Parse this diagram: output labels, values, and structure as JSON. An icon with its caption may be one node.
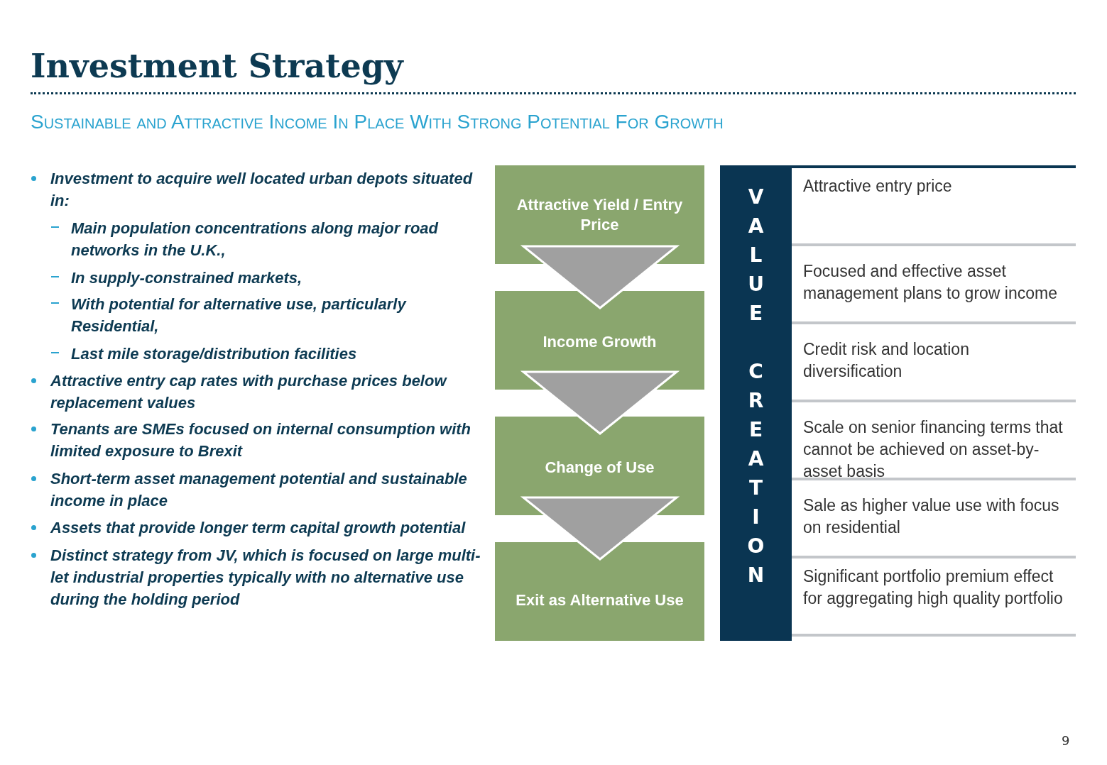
{
  "diagram": {
    "title": "Investment Strategy",
    "caption": "Sustainable and Attractive Income In Place With Strong Potential For Growth",
    "nodes": [
      {
        "text": [
          "Attractive Yield / Entry Price"
        ]
      },
      {
        "text": [
          "Income Growth"
        ]
      },
      {
        "text": [
          "Change of Use"
        ]
      },
      {
        "text": [
          "Exit as Alternative Use"
        ]
      },
      {
        "text": [
          "VALUE CREATION"
        ]
      }
    ],
    "edges": [
      {
        "from": 0,
        "to": 1,
        "arrow": "to"
      },
      {
        "from": 1,
        "to": 2,
        "arrow": "to"
      },
      {
        "from": 2,
        "to": 3,
        "arrow": "to"
      }
    ],
    "labels": [
      "Investment to acquire well located urban depots situated in:",
      "Main population concentrations along major road networks in the U.K.,",
      "In supply-constrained markets,",
      "With potential for alternative use, particularly Residential,",
      "Last mile storage/distribution facilities",
      "Attractive entry cap rates with purchase prices below replacement values",
      "Tenants are SMEs focused on internal consumption with limited exposure to Brexit",
      "Short-term asset management potential and sustainable income in place",
      "Assets that provide longer term capital growth potential",
      "Distinct strategy from JV, which is focused on large multi-let industrial properties typically with no alternative use during the holding period",
      "Attractive entry price",
      "Focused and effective asset management plans to grow income",
      "Credit risk and location diversification",
      "Scale on senior financing terms that cannot be achieved on asset-by-asset basis",
      "Sale as higher value use with focus on residential",
      "Significant portfolio premium effect for aggregating high quality portfolio",
      "9"
    ]
  }
}
